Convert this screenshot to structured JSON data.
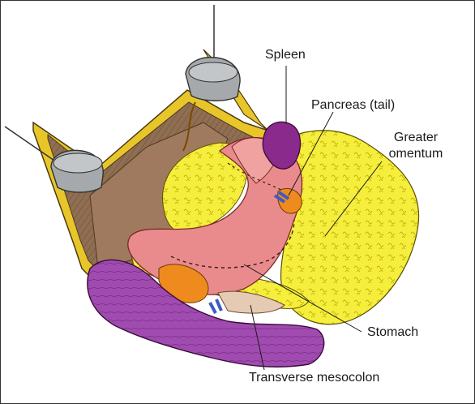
{
  "figure": {
    "labels": {
      "spleen": "Spleen",
      "pancreas_tail": "Pancreas (tail)",
      "greater_omentum_line1": "Greater",
      "greater_omentum_line2": "omentum",
      "stomach": "Stomach",
      "transverse_mesocolon": "Transverse mesocolon"
    },
    "colors": {
      "frame_yellow": "#e8c62a",
      "frame_brown": "#8a6a4a",
      "retractor_gray": "#a6a9ab",
      "omentum_yellow": "#f6ee3c",
      "stomach_pink": "#e98b8c",
      "spleen_purple": "#8a2a8c",
      "colon_purple": "#a04bb0",
      "pancreas_orange": "#ee8a1e",
      "vessel_blue": "#3c5bc4",
      "mesocolon_beige": "#e6cbb4"
    },
    "icons": [
      "retractor-icon"
    ]
  }
}
